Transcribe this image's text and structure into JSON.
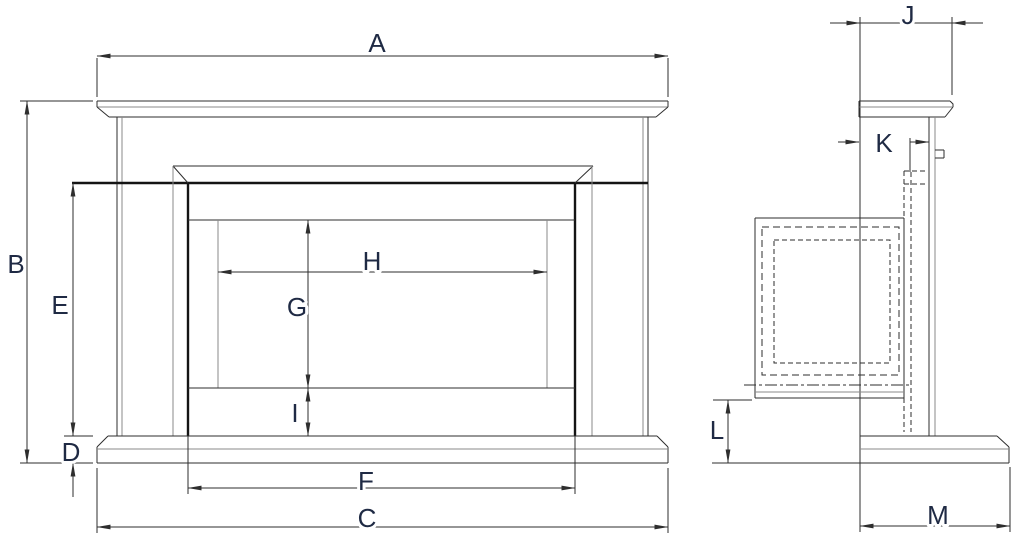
{
  "dimension_labels": {
    "A": "A",
    "B": "B",
    "C": "C",
    "D": "D",
    "E": "E",
    "F": "F",
    "G": "G",
    "H": "H",
    "I": "I",
    "J": "J",
    "K": "K",
    "L": "L",
    "M": "M"
  },
  "colors": {
    "background": "#ffffff",
    "line": "#2e2e2e",
    "thick_line": "#141414",
    "light_line": "#8a8a8a",
    "label": "#1f2a44"
  }
}
